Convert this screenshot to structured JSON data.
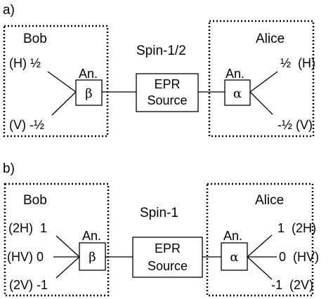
{
  "panel_a": {
    "label": "a)",
    "left_party": "Bob",
    "right_party": "Alice",
    "spin_label": "Spin-1/2",
    "source_line1": "EPR",
    "source_line2": "Source",
    "left_analyzer_label": "An.",
    "left_analyzer_symbol": "β",
    "right_analyzer_label": "An.",
    "right_analyzer_symbol": "α",
    "bob_out_top": "(H) ½",
    "bob_out_bottom": "(V) -½",
    "alice_out_top": "½  (H)",
    "alice_out_bottom": "-½ (V)"
  },
  "panel_b": {
    "label": "b)",
    "left_party": "Bob",
    "right_party": "Alice",
    "spin_label": "Spin-1",
    "source_line1": "EPR",
    "source_line2": "Source",
    "left_analyzer_label": "An.",
    "left_analyzer_symbol": "β",
    "right_analyzer_label": "An.",
    "right_analyzer_symbol": "α",
    "bob_out_top": "(2H)  1",
    "bob_out_mid": "(HV) 0",
    "bob_out_bottom": "(2V) -1",
    "alice_out_top": "1  (2H)",
    "alice_out_mid": "0  (HV)",
    "alice_out_bottom": "-1  (2V)"
  }
}
